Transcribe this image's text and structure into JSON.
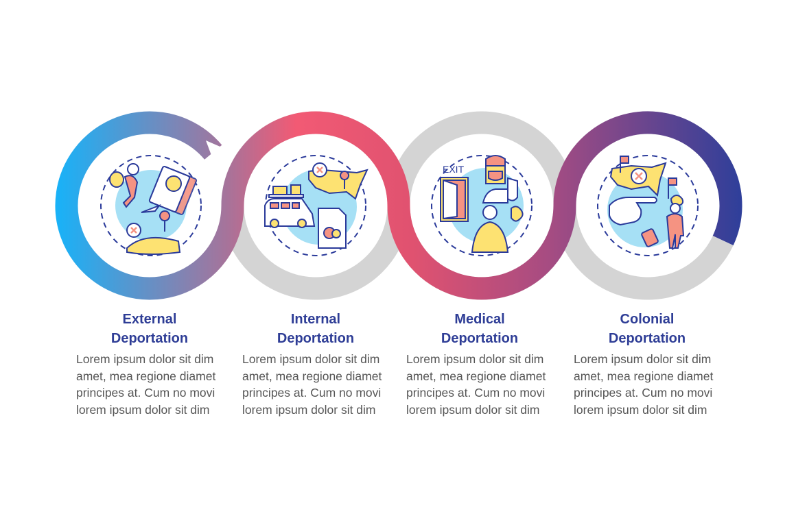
{
  "colors": {
    "heading": "#2e3d96",
    "body": "#555555",
    "ribbon_grey": "#d4d4d4",
    "gradient": [
      "#18b2f8",
      "#a7739a",
      "#f25a74",
      "#e05270",
      "#a64c82",
      "#2f3f9a"
    ],
    "icon_blue": "#a6e0f5",
    "icon_yellow": "#fde272",
    "icon_coral": "#f59382",
    "icon_outline": "#2a3a9a"
  },
  "steps": [
    {
      "title_line1": "External",
      "title_line2": "Deportation",
      "icon": "deportee-passport-globe-icon",
      "body": [
        "Lorem ipsum dolor sit dim",
        "amet, mea regione diamet",
        "principes at. Cum no movi",
        "lorem ipsum dolor sit dim"
      ]
    },
    {
      "title_line1": "Internal",
      "title_line2": "Deportation",
      "icon": "van-map-document-icon",
      "body": [
        "Lorem ipsum dolor sit dim",
        "amet, mea regione diamet",
        "principes at. Cum no movi",
        "lorem ipsum dolor sit dim"
      ]
    },
    {
      "title_line1": "Medical",
      "title_line2": "Deportation",
      "icon": "exit-doctor-sick-person-icon",
      "icon_text": "EXIT",
      "body": [
        "Lorem ipsum dolor sit dim",
        "amet, mea regione diamet",
        "principes at. Cum no movi",
        "lorem ipsum dolor sit dim"
      ]
    },
    {
      "title_line1": "Colonial",
      "title_line2": "Deportation",
      "icon": "map-flags-pointing-hand-traveler-icon",
      "body": [
        "Lorem ipsum dolor sit dim",
        "amet, mea regione diamet",
        "principes at. Cum no movi",
        "lorem ipsum dolor sit dim"
      ]
    }
  ]
}
